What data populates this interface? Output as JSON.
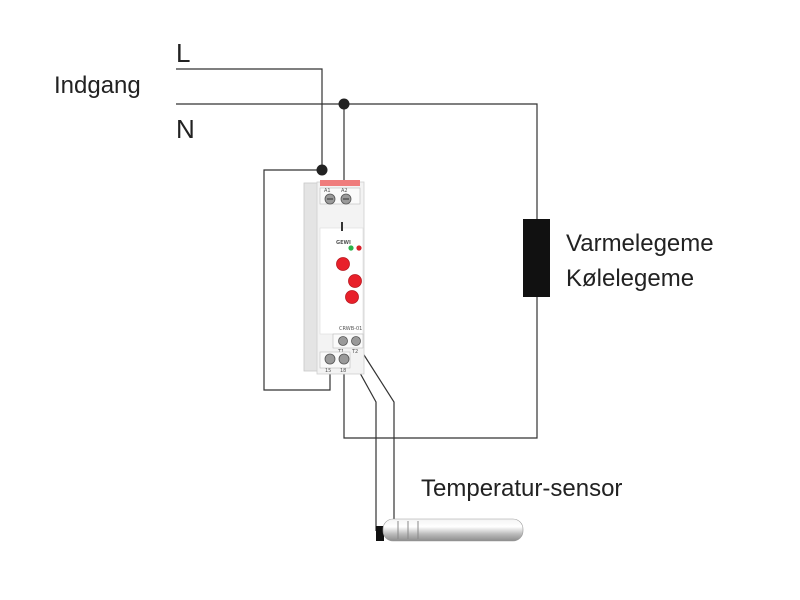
{
  "input": {
    "title": "Indgang",
    "line_label": "L",
    "neutral_label": "N"
  },
  "load": {
    "line1": "Varmelegeme",
    "line2": "Kølelegeme"
  },
  "sensor": {
    "label": "Temperatur-sensor"
  },
  "device": {
    "brand": "GEWI",
    "model": "CRWB-01",
    "terminal_top_left": "A1",
    "terminal_top_right": "A2",
    "terminal_mid_left": "T1",
    "terminal_mid_right": "T2",
    "terminal_bottom_left": "15",
    "terminal_bottom_right": "18"
  },
  "colors": {
    "wire": "#333333",
    "knob": "#e8202a",
    "body": "#f2f2f2",
    "led_green": "#2bb34a",
    "led_red": "#d8202a"
  }
}
